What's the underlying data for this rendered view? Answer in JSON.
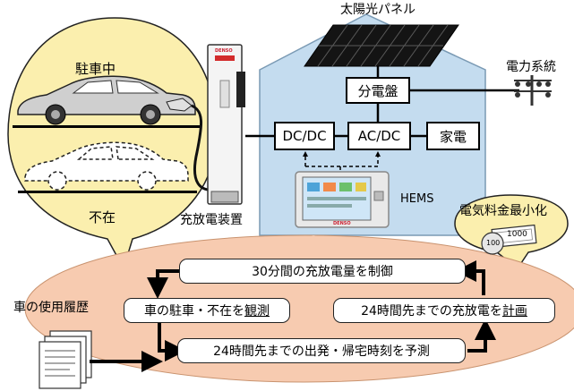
{
  "labels": {
    "solar_panel": "太陽光パネル",
    "power_grid": "電力系統",
    "distribution_board": "分電盤",
    "dc_dc": "DC/DC",
    "ac_dc": "AC/DC",
    "appliances": "家電",
    "hems": "HEMS",
    "charger": "充放電装置",
    "parked": "駐車中",
    "absent": "不在",
    "min_cost": "電気料金最小化",
    "usage_history": "車の使用履歴",
    "denso_charger": "DENSO",
    "denso_panel": "DENSO",
    "coin": "100",
    "bill": "1000"
  },
  "cycle": {
    "control": "30分間の充放電量を制御",
    "observe_prefix": "車の駐車・不在を",
    "observe_u": "観測",
    "plan_prefix": "24時間先までの充放電を",
    "plan_u": "計画",
    "predict": "24時間先までの出発・帰宅時刻を予測"
  },
  "colors": {
    "house": "#c4dcef",
    "bubble": "#fbefae",
    "ellipse": "#f7cbb0",
    "panel": "#1a1a1a"
  }
}
